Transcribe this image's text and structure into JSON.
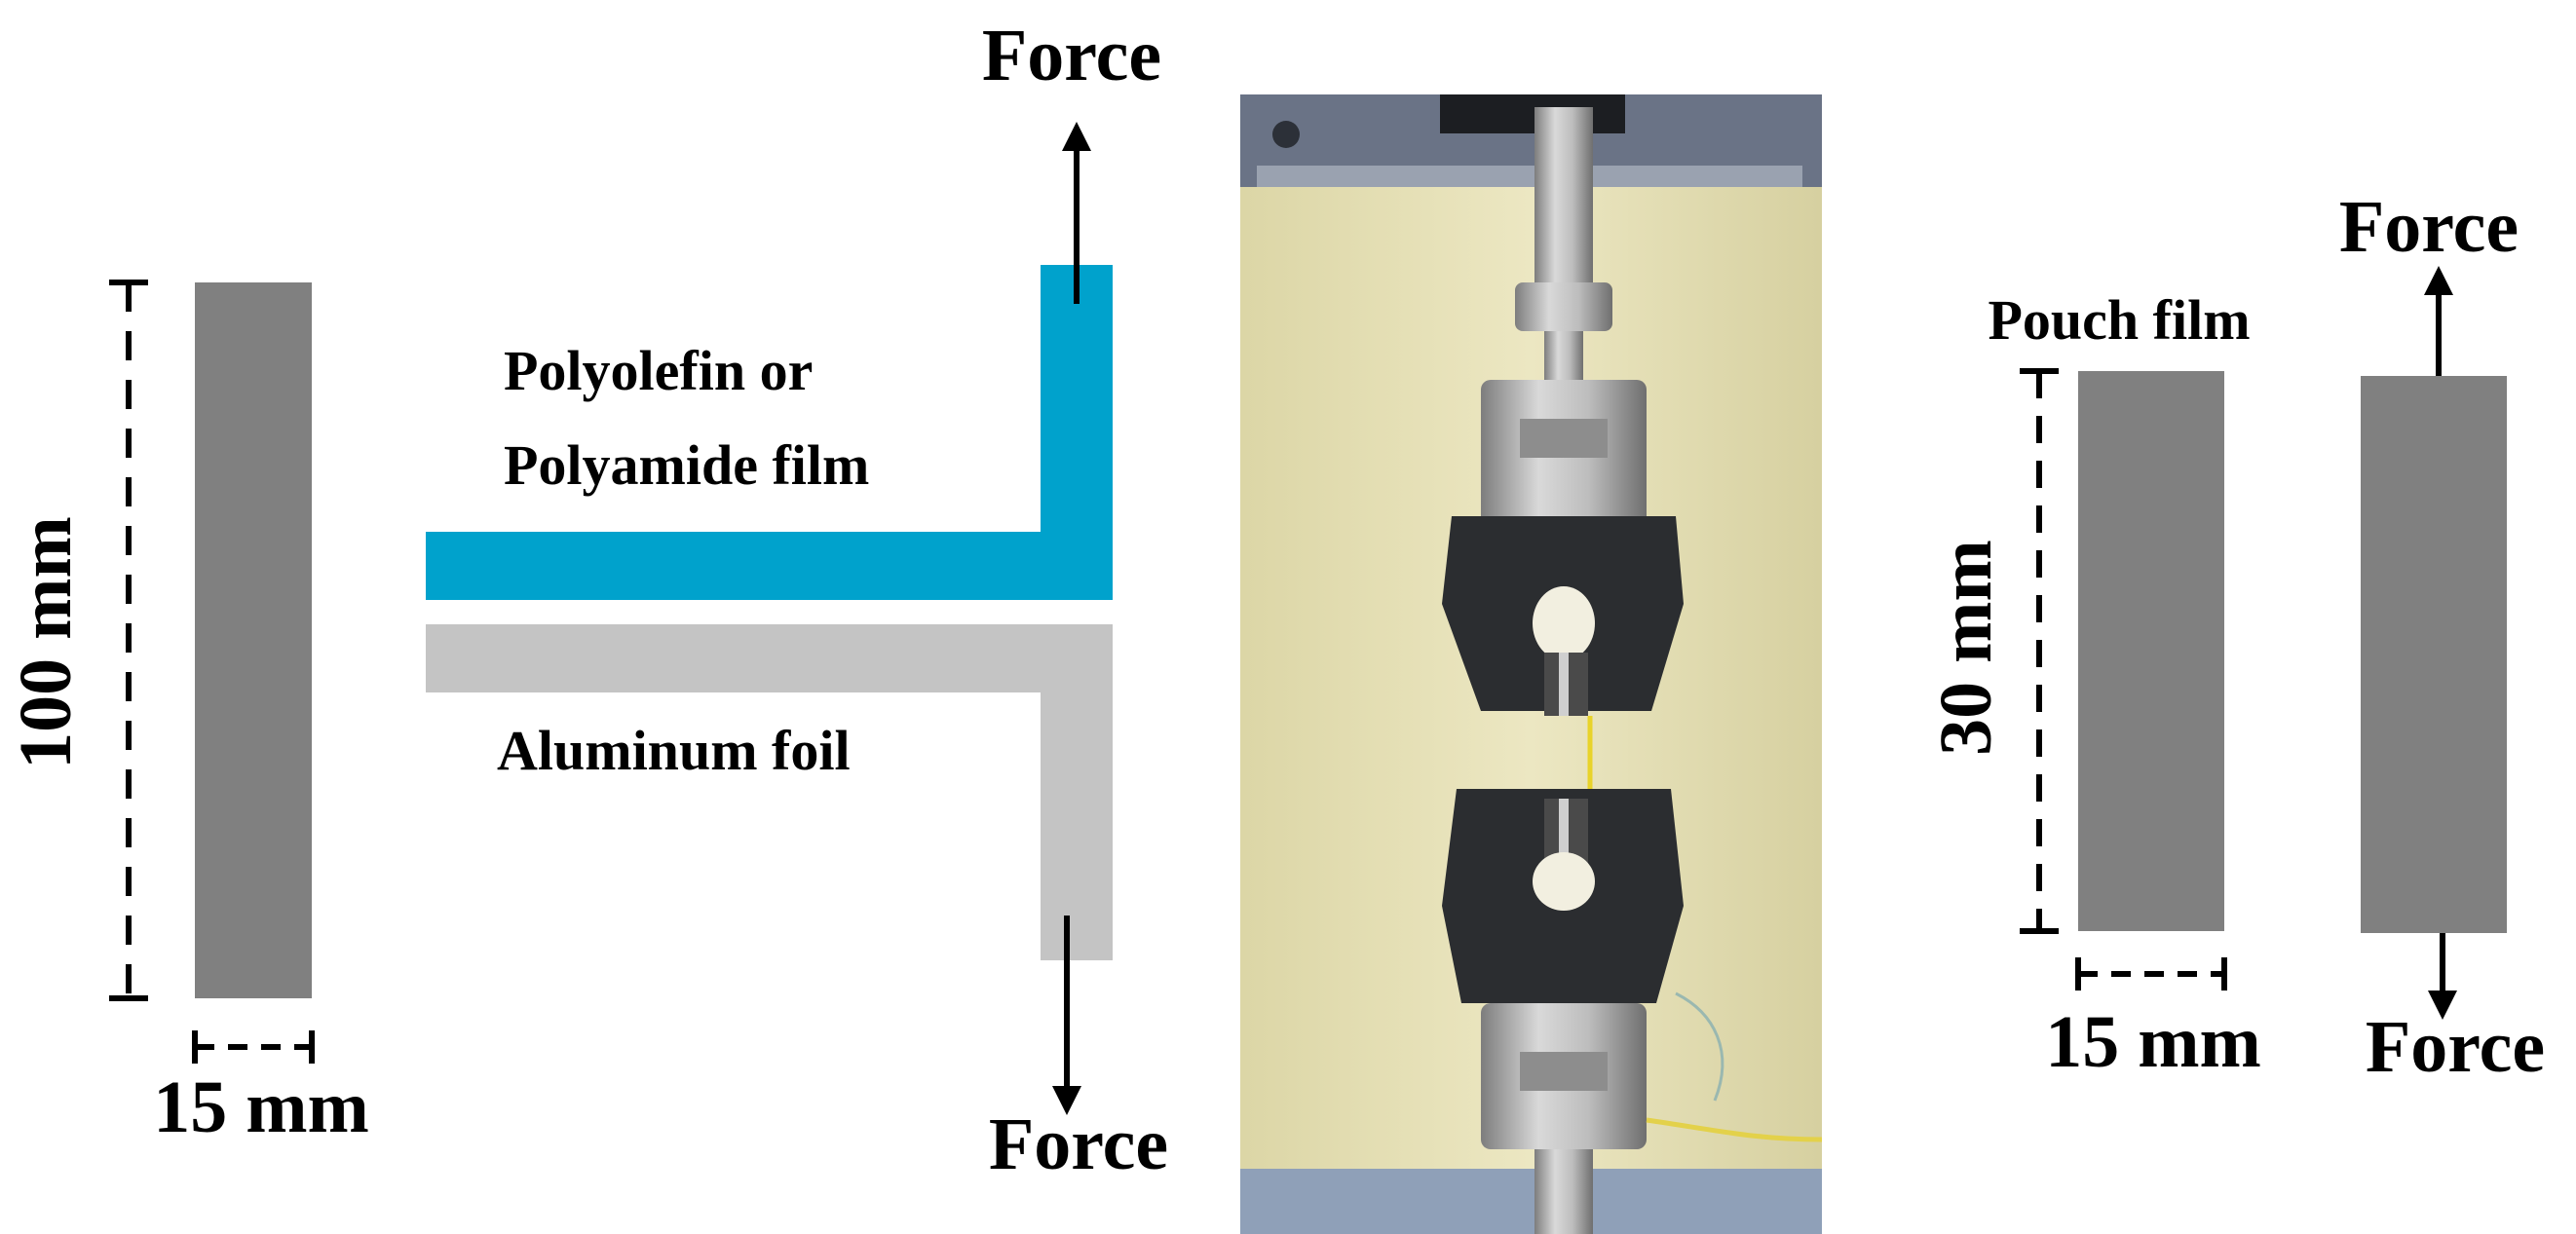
{
  "colors": {
    "specimen_gray": "#808080",
    "polymer_blue": "#00a2cc",
    "aluminum_gray": "#c4c4c4",
    "line": "#000000"
  },
  "panel_a": {
    "length_label": "100 mm",
    "width_label": "15 mm"
  },
  "panel_b": {
    "force_top": "Force",
    "polymer_label_line1": "Polyolefin or",
    "polymer_label_line2": "Polyamide film",
    "aluminum_label": "Aluminum foil",
    "force_bottom": "Force"
  },
  "panel_c": {
    "description": "photo of tensile testing machine with grips"
  },
  "panel_d": {
    "pouch_label": "Pouch film",
    "length_label": "30 mm",
    "width_label": "15 mm",
    "force_top": "Force",
    "force_bottom": "Force"
  }
}
